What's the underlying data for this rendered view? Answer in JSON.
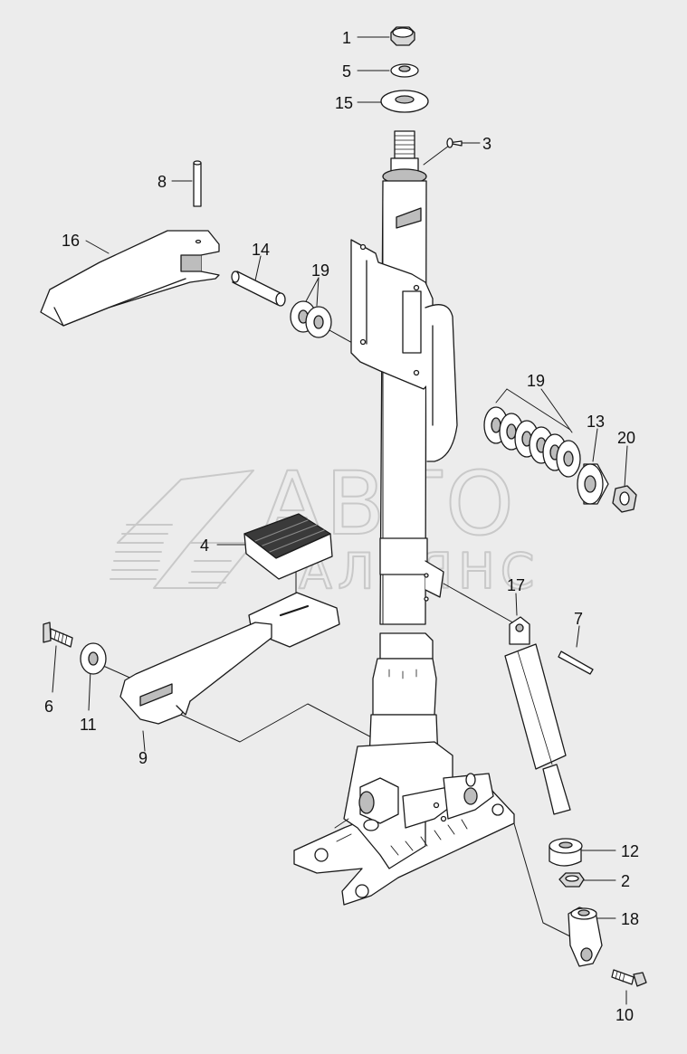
{
  "watermark": {
    "line1": "АВТО",
    "line2": "АЛЬЯНС"
  },
  "colors": {
    "background": "#ececec",
    "part_fill": "#ffffff",
    "line": "#1a1a1a",
    "shade": "#bdbdbd",
    "watermark": "#c9c9c9"
  },
  "callouts": [
    {
      "id": "c1",
      "label": "1"
    },
    {
      "id": "c5",
      "label": "5"
    },
    {
      "id": "c15",
      "label": "15"
    },
    {
      "id": "c3",
      "label": "3"
    },
    {
      "id": "c8",
      "label": "8"
    },
    {
      "id": "c16",
      "label": "16"
    },
    {
      "id": "c14",
      "label": "14"
    },
    {
      "id": "c19a",
      "label": "19"
    },
    {
      "id": "c19b",
      "label": "19"
    },
    {
      "id": "c13",
      "label": "13"
    },
    {
      "id": "c20",
      "label": "20"
    },
    {
      "id": "c4",
      "label": "4"
    },
    {
      "id": "c17",
      "label": "17"
    },
    {
      "id": "c7",
      "label": "7"
    },
    {
      "id": "c6",
      "label": "6"
    },
    {
      "id": "c11",
      "label": "11"
    },
    {
      "id": "c9",
      "label": "9"
    },
    {
      "id": "c12",
      "label": "12"
    },
    {
      "id": "c2",
      "label": "2"
    },
    {
      "id": "c18",
      "label": "18"
    },
    {
      "id": "c10",
      "label": "10"
    }
  ]
}
